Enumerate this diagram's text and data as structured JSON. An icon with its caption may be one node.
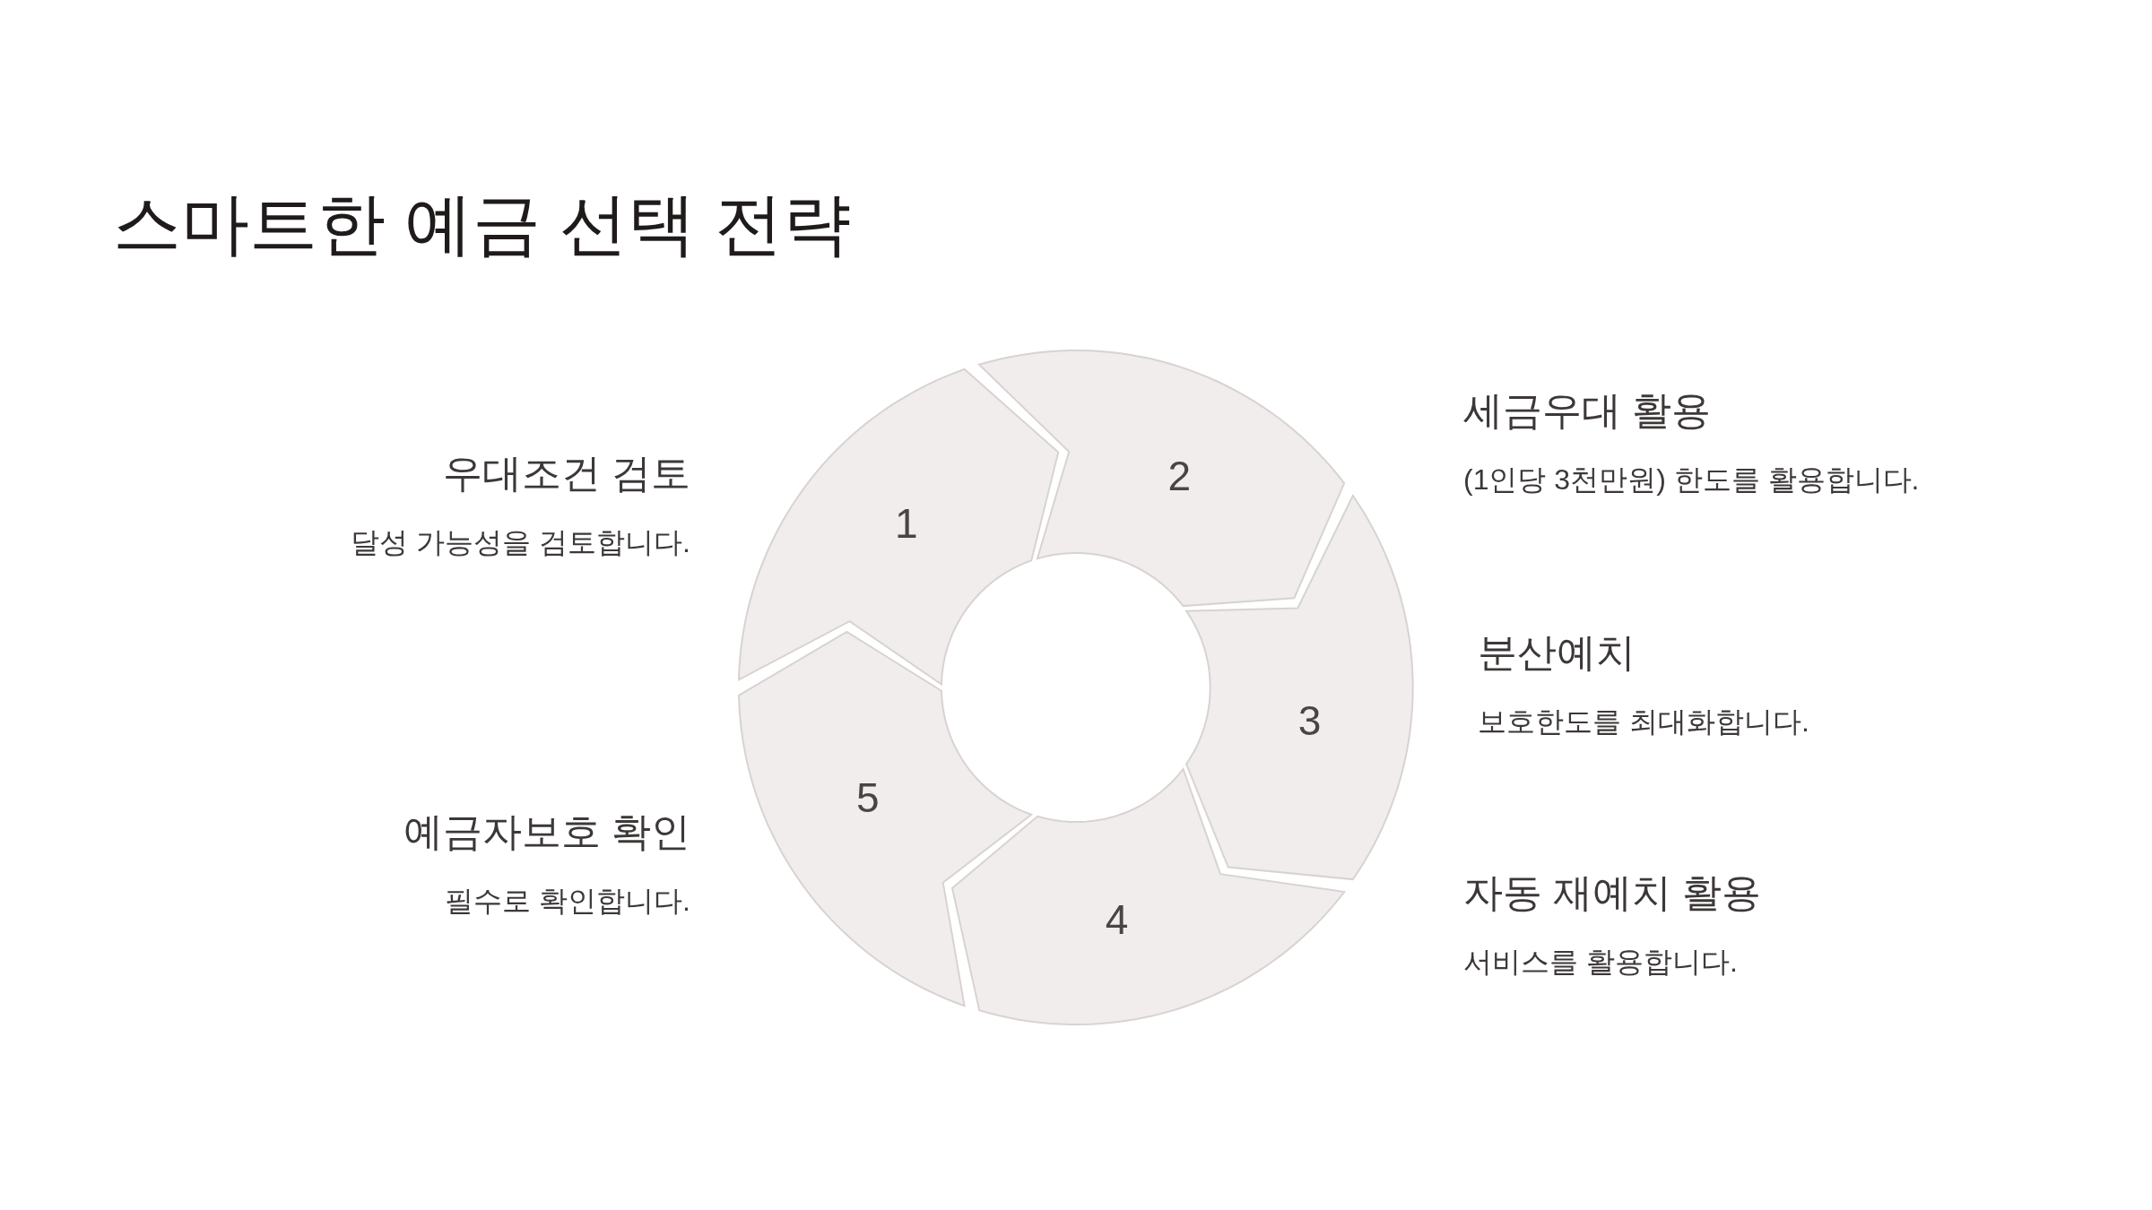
{
  "diagram": {
    "title": "스마트한 예금 선택 전략",
    "nodes": [
      {
        "text": [
          "1"
        ],
        "beside": [
          "우대조건 검토",
          "달성 가능성을 검토합니다."
        ]
      },
      {
        "text": [
          "2"
        ],
        "beside": [
          "세금우대 활용",
          "(1인당 3천만원) 한도를 활용합니다."
        ]
      },
      {
        "text": [
          "3"
        ],
        "beside": [
          "분산예치",
          "보호한도를 최대화합니다."
        ]
      },
      {
        "text": [
          "4"
        ],
        "beside": [
          "자동 재예치 활용",
          "서비스를 활용합니다."
        ]
      },
      {
        "text": [
          "5"
        ],
        "beside": [
          "예금자보호 확인",
          "필수로 확인합니다."
        ]
      }
    ]
  }
}
